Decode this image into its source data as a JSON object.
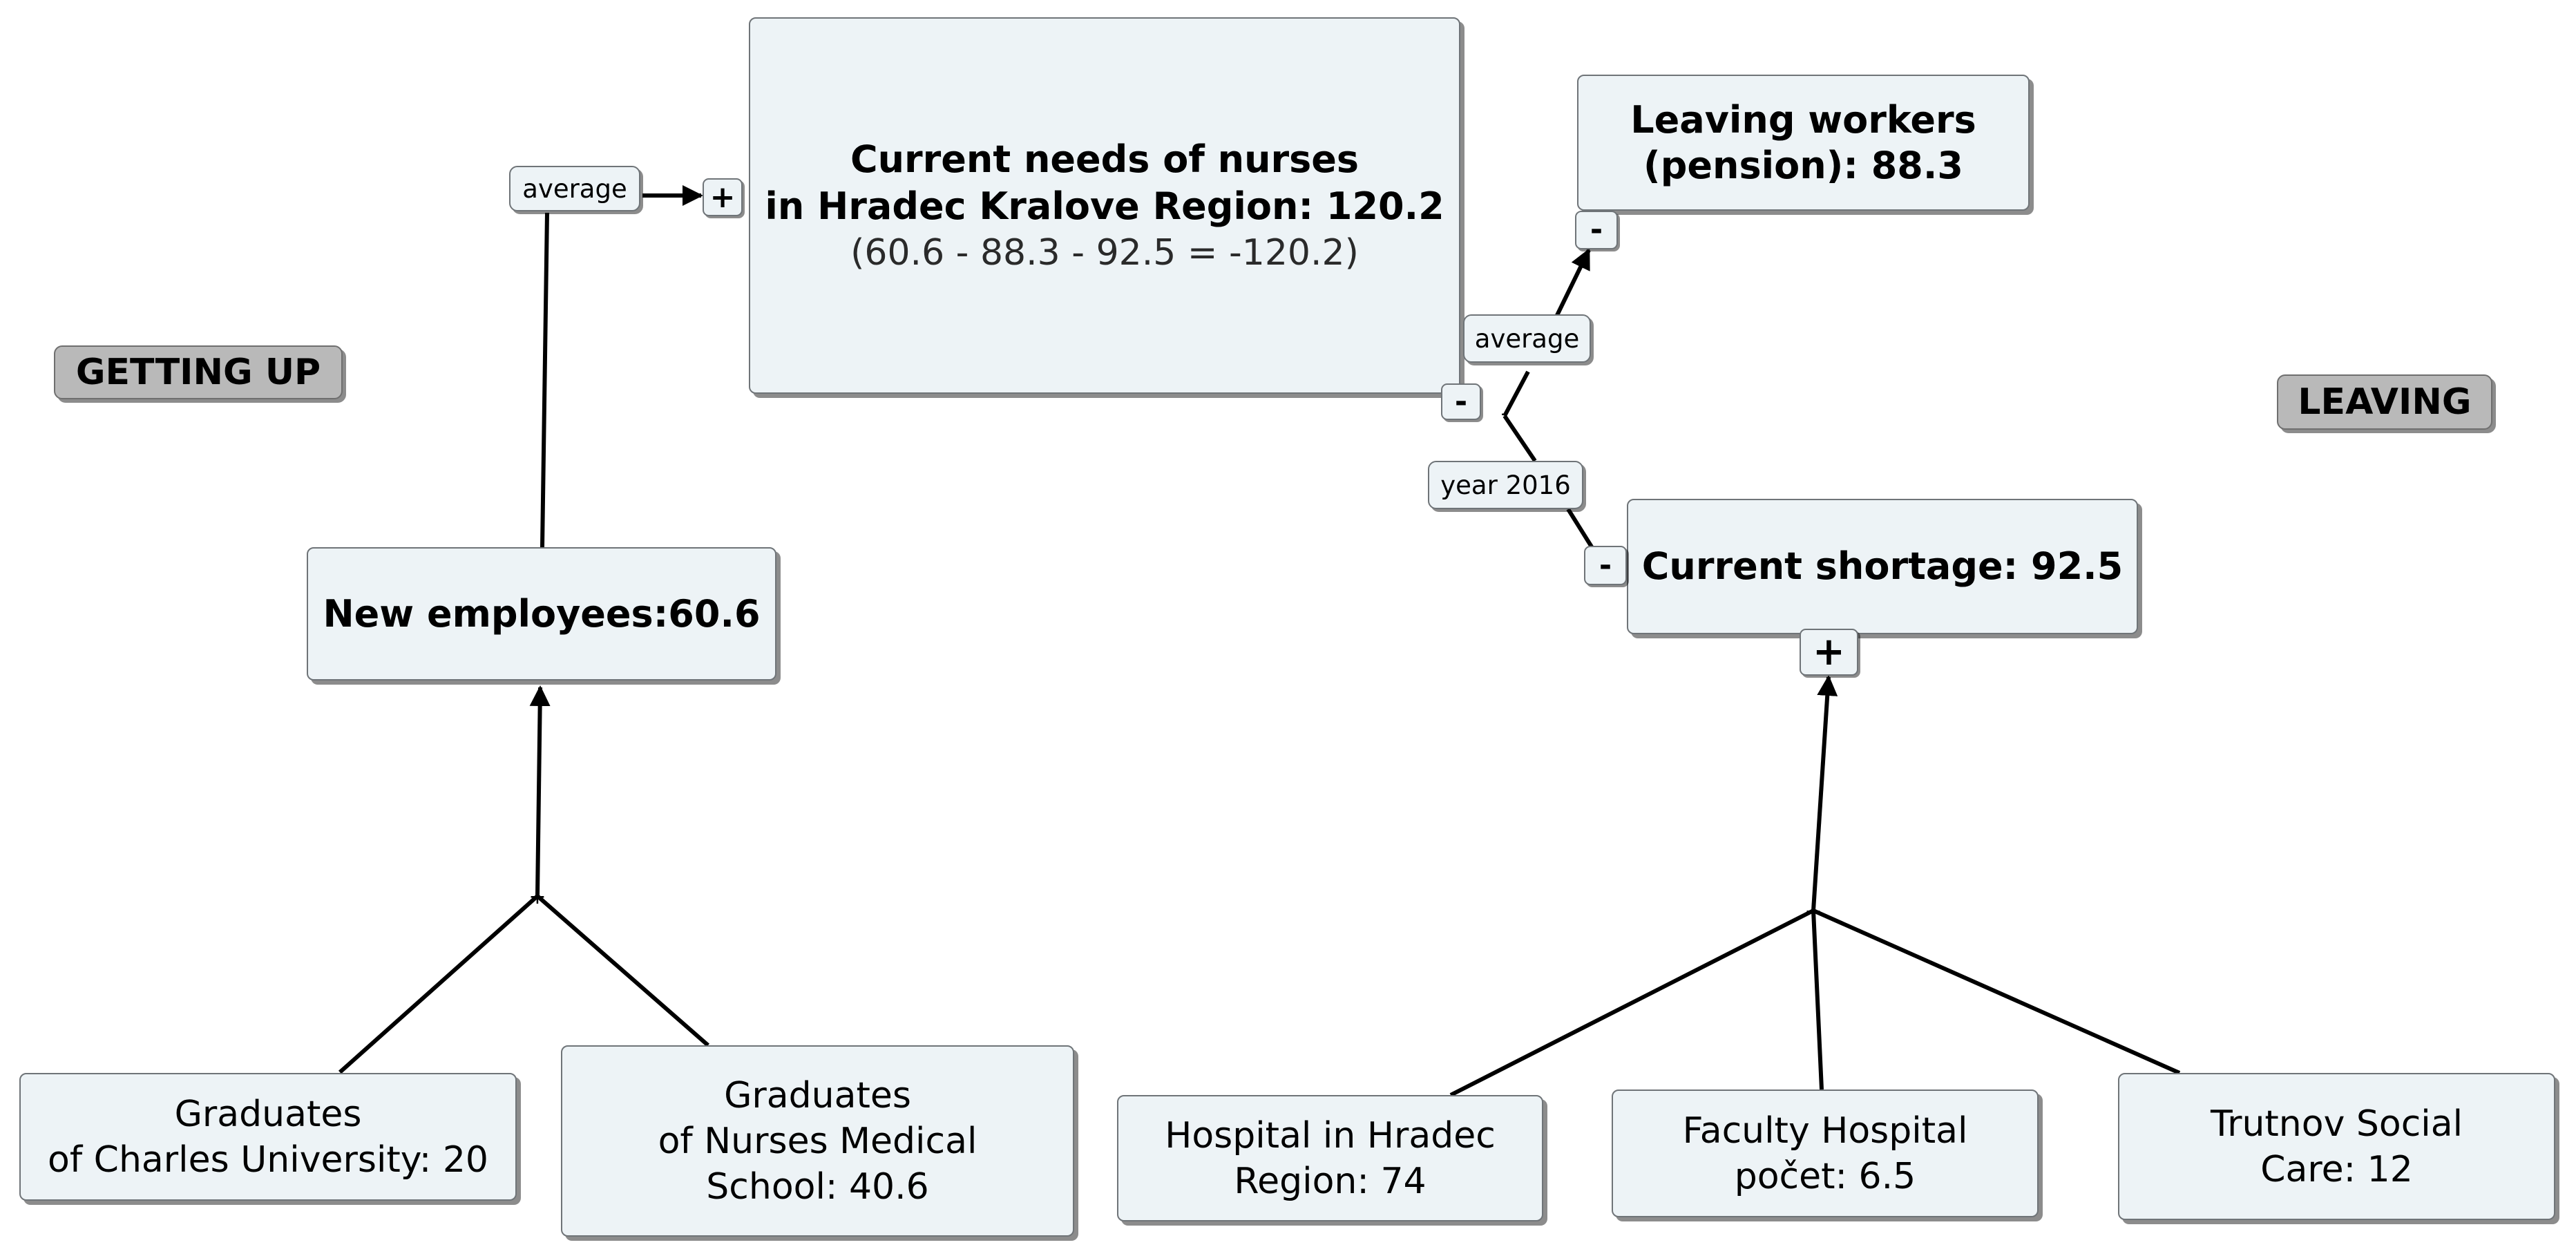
{
  "diagram": {
    "tags": {
      "getting_up": "GETTING UP",
      "leaving": "LEAVING"
    },
    "nodes": {
      "current_needs": {
        "line1": "Current needs of nurses",
        "line2": "in Hradec Kralove Region: 120.2",
        "formula": "(60.6 - 88.3 - 92.5 = -120.2)"
      },
      "leaving_workers": {
        "line1": "Leaving workers",
        "line2": "(pension): 88.3"
      },
      "current_shortage": {
        "line1": "Current shortage: 92.5"
      },
      "new_employees": {
        "line1": "New employees:60.6"
      },
      "graduates_charles": {
        "line1": "Graduates",
        "line2": "of Charles University: 20"
      },
      "graduates_nurses": {
        "line1": "Graduates",
        "line2": "of Nurses Medical",
        "line3": "School: 40.6"
      },
      "hospital_hradec": {
        "line1": "Hospital in Hradec",
        "line2": "Region: 74"
      },
      "faculty_hospital": {
        "line1": "Faculty Hospital",
        "line2": "počet: 6.5"
      },
      "trutnov": {
        "line1": "Trutnov Social",
        "line2": "Care: 12"
      }
    },
    "link_labels": {
      "average_left": "average",
      "average_right": "average",
      "year_2016": "year 2016"
    },
    "signs": {
      "plus": "+",
      "minus": "-"
    }
  }
}
